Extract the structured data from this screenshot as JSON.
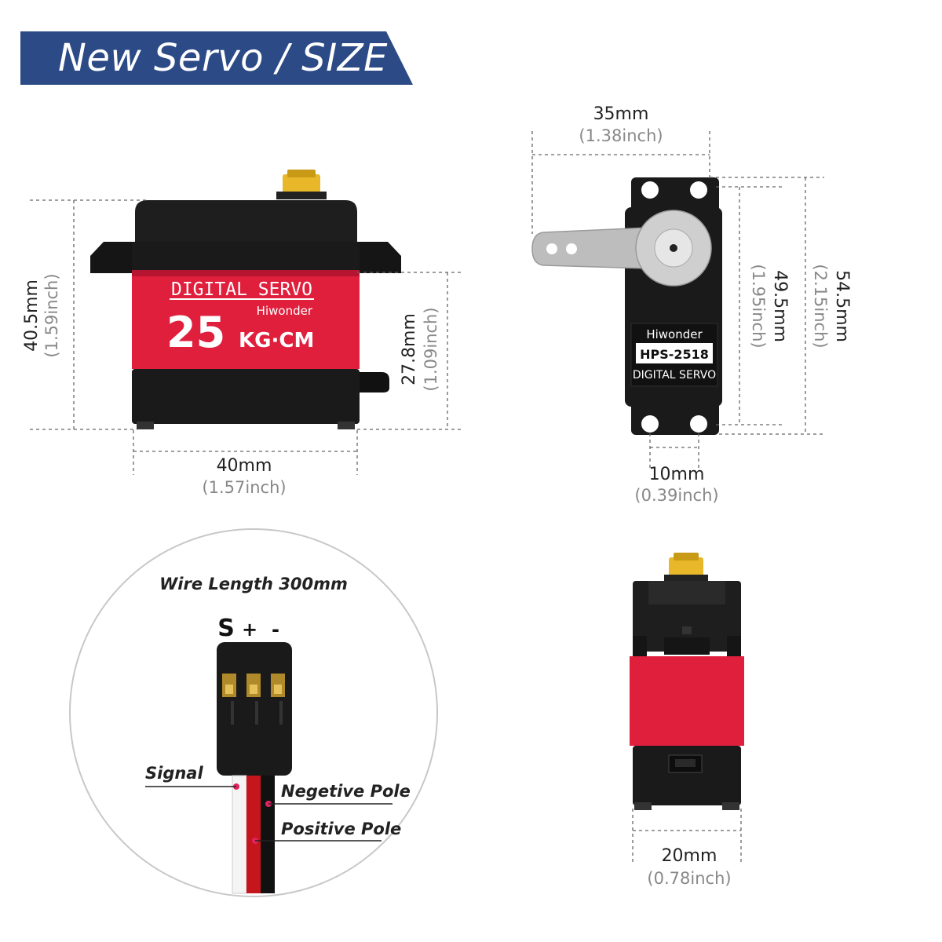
{
  "header": {
    "title": "New Servo / SIZE",
    "color": "#2b4a86"
  },
  "servo_label": {
    "digital_servo": "DIGITAL SERVO",
    "brand": "Hiwonder",
    "torque_number": "25",
    "torque_unit": "KG·CM",
    "model": "HPS-2518",
    "accent_color": "#e01f3d",
    "body_color": "#1a1a1a"
  },
  "dimensions": {
    "height_total": {
      "mm": "40.5mm",
      "inch": "(1.59inch)"
    },
    "height_body": {
      "mm": "27.8mm",
      "inch": "(1.09inch)"
    },
    "width": {
      "mm": "40mm",
      "inch": "(1.57inch)"
    },
    "top_width": {
      "mm": "35mm",
      "inch": "(1.38inch)"
    },
    "hole_spacing_inner": {
      "mm": "49.5mm",
      "inch": "(1.95inch)"
    },
    "hole_spacing_outer": {
      "mm": "54.5mm",
      "inch": "(2.15inch)"
    },
    "hole_gap": {
      "mm": "10mm",
      "inch": "(0.39inch)"
    },
    "depth": {
      "mm": "20mm",
      "inch": "(0.78inch)"
    }
  },
  "wire": {
    "title": "Wire Length 300mm",
    "pins": [
      "S",
      "+",
      "-"
    ],
    "signal": "Signal",
    "negative": "Negetive Pole",
    "positive": "Positive Pole"
  }
}
